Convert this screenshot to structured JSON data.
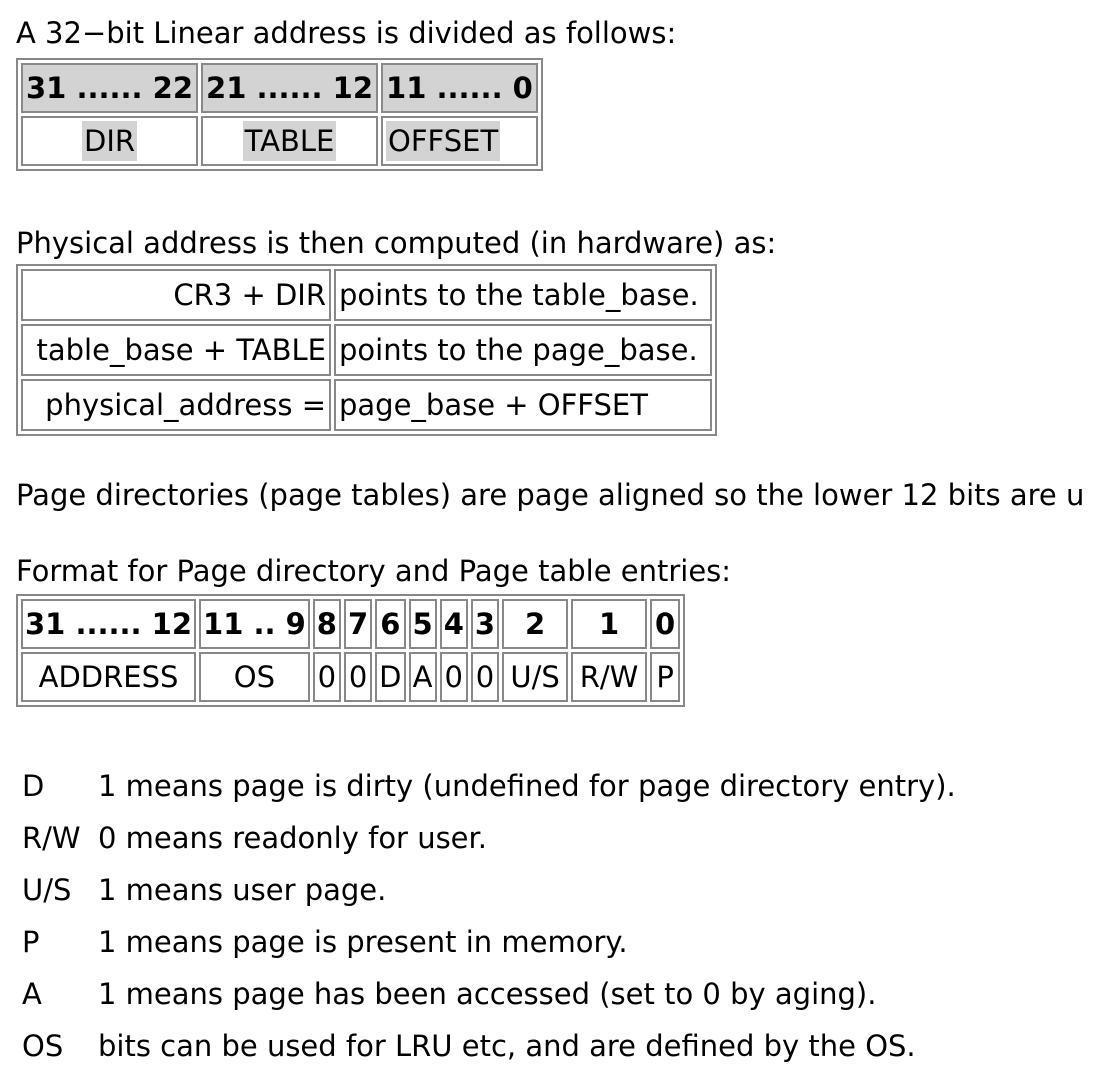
{
  "intro_linear": "A 32−bit Linear address is divided as follows:",
  "linear_table": {
    "headers": [
      "31 ...... 22",
      "21 ...... 12",
      "11 ...... 0"
    ],
    "fields": [
      "DIR",
      "TABLE",
      "OFFSET"
    ]
  },
  "intro_physical": "Physical address is then computed (in hardware) as:",
  "physical_table": {
    "rows": [
      {
        "left": "CR3 + DIR",
        "right": "points to the table_base."
      },
      {
        "left": "table_base + TABLE",
        "right": "points to the page_base."
      },
      {
        "left": "physical_address =",
        "right": "page_base + OFFSET"
      }
    ]
  },
  "alignment_note": "Page directories (page tables) are page aligned so the lower 12 bits are u",
  "intro_format": "Format for Page directory and Page table entries:",
  "pte_table": {
    "headers": [
      "31 ...... 12",
      "11 .. 9",
      "8",
      "7",
      "6",
      "5",
      "4",
      "3",
      "2",
      "1",
      "0"
    ],
    "fields": [
      "ADDRESS",
      "OS",
      "0",
      "0",
      "D",
      "A",
      "0",
      "0",
      "U/S",
      "R/W",
      "P"
    ]
  },
  "definitions": [
    {
      "term": "D",
      "desc": "1 means page is dirty (undefined for page directory entry)."
    },
    {
      "term": "R/W",
      "desc": "0 means readonly for user."
    },
    {
      "term": "U/S",
      "desc": "1 means user page."
    },
    {
      "term": "P",
      "desc": "1 means page is present in memory."
    },
    {
      "term": "A",
      "desc": "1 means page has been accessed (set to 0 by aging)."
    },
    {
      "term": "OS",
      "desc": "bits can be used for LRU etc, and are defined by the OS."
    }
  ],
  "colors": {
    "cell_shade": "#d3d3d3",
    "border": "#888888",
    "text": "#000000"
  }
}
